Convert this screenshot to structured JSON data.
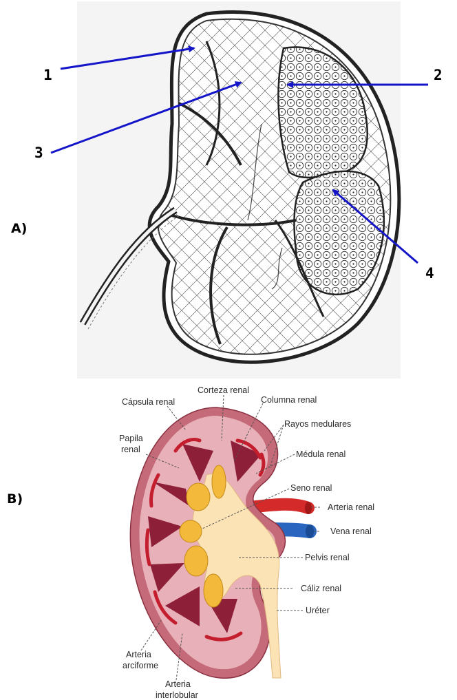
{
  "panel_a": {
    "label": "A)",
    "markers": [
      "1",
      "2",
      "3",
      "4"
    ]
  },
  "panel_b": {
    "label": "B)",
    "labels": {
      "corteza": "Corteza renal",
      "capsula": "Cápsula renal",
      "columna": "Columna renal",
      "rayos": "Rayos medulares",
      "papila_1": "Papila",
      "papila_2": "renal",
      "medula": "Médula renal",
      "seno": "Seno renal",
      "arteria": "Arteria renal",
      "vena": "Vena renal",
      "pelvis": "Pelvis renal",
      "caliz": "Cáliz renal",
      "ureter": "Uréter",
      "arciforme_1": "Arteria",
      "arciforme_2": "arciforme",
      "interlobular_1": "Arteria",
      "interlobular_2": "interlobular"
    }
  },
  "colors": {
    "arrow": "#1414c8",
    "capsule": "#c56a78",
    "cortex": "#e8b0b8",
    "medulla": "#8e1f38",
    "pelvis": "#fbe3b5",
    "calyx": "#f2b93a",
    "artery": "#d42a2a",
    "vein": "#2a66c0"
  }
}
